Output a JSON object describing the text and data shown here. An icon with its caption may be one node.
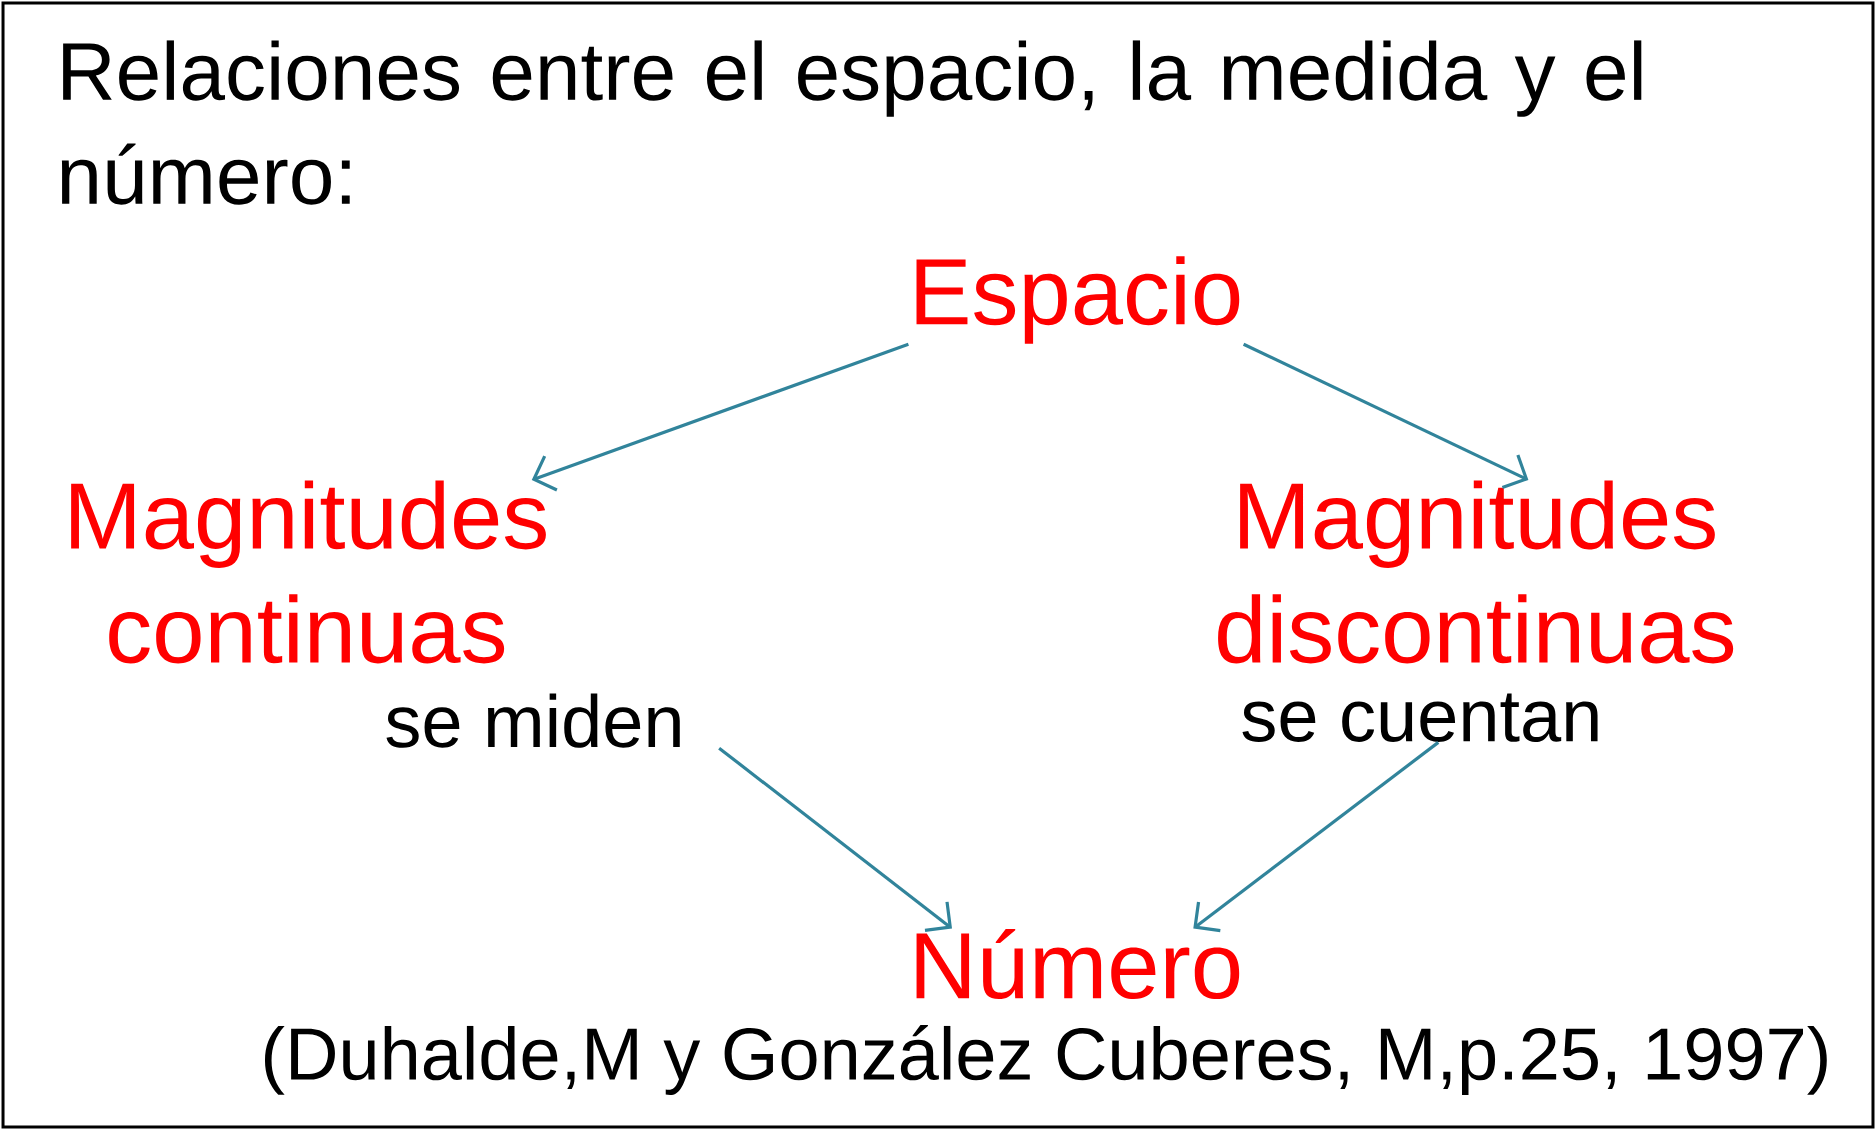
{
  "diagram": {
    "title": "Relaciones entre el espacio, la medida y el número:",
    "nodes": [
      {
        "text": [
          "Espacio"
        ]
      },
      {
        "text": [
          "Magnitudes continuas"
        ],
        "beside": [
          "se miden"
        ]
      },
      {
        "text": [
          "Magnitudes discontinuas"
        ],
        "beside": [
          "se cuentan"
        ]
      },
      {
        "text": [
          "Número"
        ]
      }
    ],
    "edges": [
      {
        "from": 0,
        "to": 1,
        "arrow": "to"
      },
      {
        "from": 0,
        "to": 2,
        "arrow": "to"
      },
      {
        "from": 1,
        "to": 3,
        "arrow": "to"
      },
      {
        "from": 2,
        "to": 3,
        "arrow": "to"
      }
    ],
    "labels": [
      "(Duhalde,M y González Cuberes, M,p.25, 1997)"
    ]
  }
}
